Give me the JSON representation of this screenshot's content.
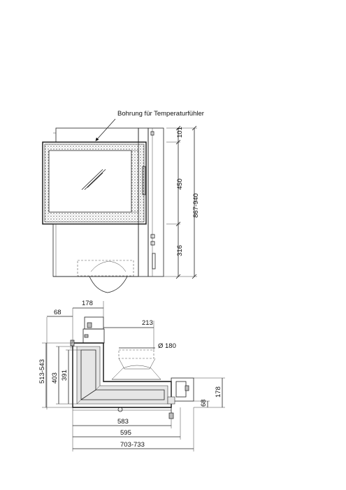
{
  "annotation": "Bohrung für Temperaturfühler",
  "front_dims": {
    "top": "101",
    "glass": "450",
    "bottom": "316",
    "total": "867-940"
  },
  "plan_dims": {
    "d68_top": "68",
    "d178_top": "178",
    "d213": "213",
    "d180": "Ø 180",
    "d513": "513-543",
    "d403": "403",
    "d391": "391",
    "d178_right": "178",
    "d68_right": "68",
    "d583": "583",
    "d595": "595",
    "d703": "703-733"
  }
}
